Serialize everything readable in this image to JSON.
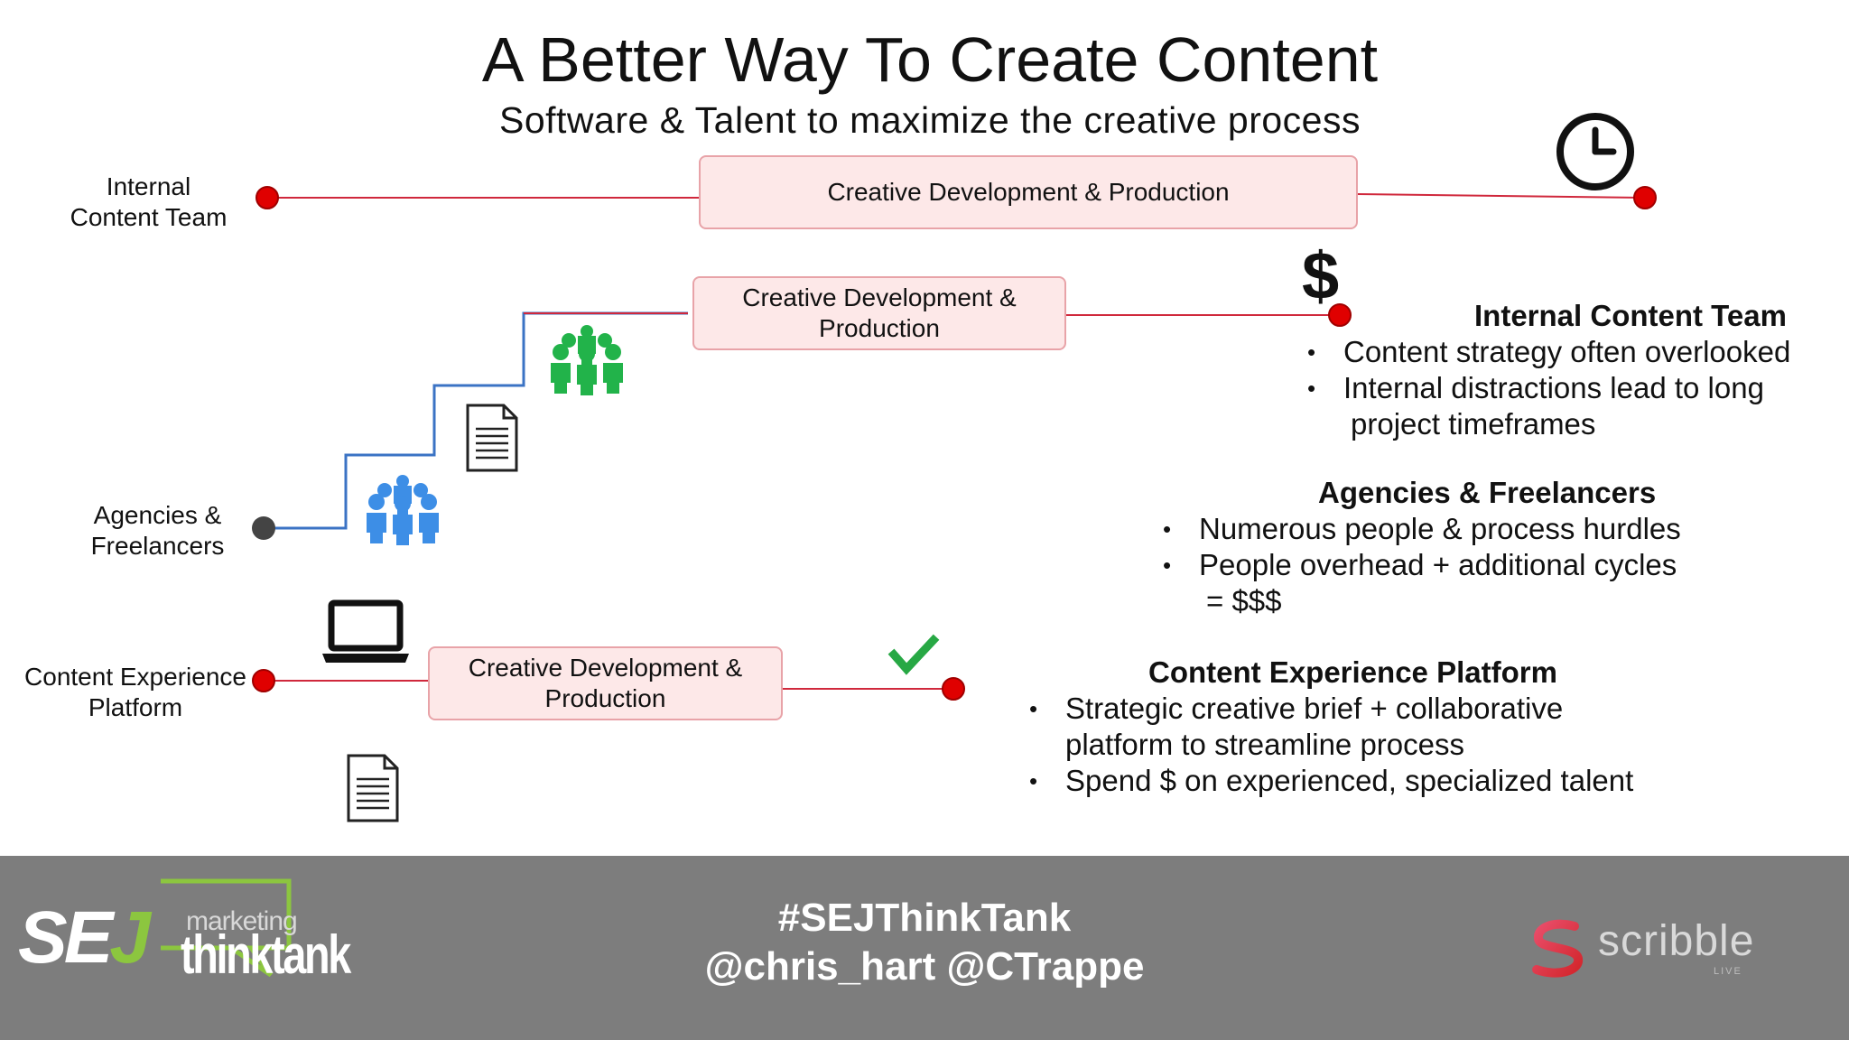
{
  "slide": {
    "title": "A Better Way To Create Content",
    "subtitle": "Software & Talent to maximize the creative process"
  },
  "rows": {
    "internal": {
      "label_line1": "Internal",
      "label_line2": "Content Team",
      "box_label": "Creative Development & Production",
      "end_icon": "clock-icon"
    },
    "agencies": {
      "label_line1": "Agencies &",
      "label_line2": "Freelancers",
      "box_line1": "Creative Development &",
      "box_line2": "Production",
      "end_icon": "dollar-icon",
      "end_symbol": "$",
      "step_icons": [
        "people-group-blue-icon",
        "document-icon",
        "people-group-green-icon"
      ]
    },
    "platform": {
      "label_line1": "Content Experience",
      "label_line2": "Platform",
      "box_line1": "Creative Development &",
      "box_line2": "Production",
      "icons": [
        "laptop-icon",
        "document-icon",
        "checkmark-icon"
      ]
    }
  },
  "panels": {
    "internal": {
      "heading": "Internal Content Team",
      "bullet1": "Content strategy often overlooked",
      "bullet2_line1": "Internal distractions lead to long",
      "bullet2_line2": "project timeframes"
    },
    "agencies": {
      "heading": "Agencies & Freelancers",
      "bullet1": "Numerous people & process hurdles",
      "bullet2_line1": "People overhead + additional cycles",
      "bullet2_line2": "= $$$"
    },
    "platform": {
      "heading": "Content Experience Platform",
      "bullet1_line1": "Strategic creative brief + collaborative",
      "bullet1_line2": "platform to streamline process",
      "bullet2": "Spend $ on experienced, specialized talent"
    }
  },
  "footer": {
    "hashtag": "#SEJThinkTank",
    "handles": "@chris_hart @CTrappe",
    "sej_logo": {
      "letters_se": "SE",
      "letter_j": "J",
      "marketing": "marketing",
      "thinktank": "thinktank"
    },
    "scribble_logo": {
      "word": "scribble",
      "sub": "LIVE"
    }
  },
  "colors": {
    "timeline_red": "#d0283c",
    "dot_red": "#e00000",
    "dot_gray": "#444444",
    "step_blue": "#3b73c4",
    "box_fill": "#fde8e8",
    "box_border": "#e8a3a8",
    "people_green": "#22b34a",
    "people_blue": "#3d8ee6",
    "check_green": "#27a844",
    "footer_bg": "#7d7d7d",
    "sej_green": "#8cc63f"
  }
}
